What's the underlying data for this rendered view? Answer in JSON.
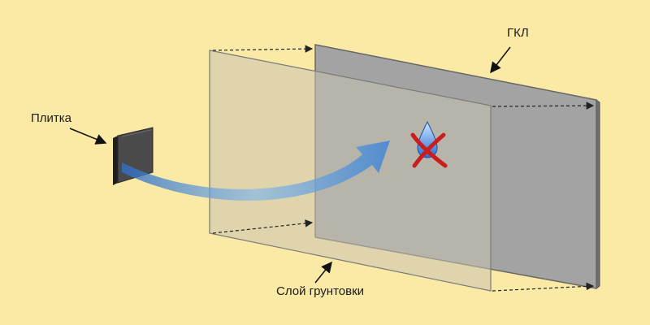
{
  "labels": {
    "gkl": "ГКЛ",
    "tile": "Плитка",
    "primer": "Слой грунтовки"
  },
  "icons": {
    "moisture_blocked": "water-drop-crossed-icon"
  },
  "colors": {
    "background": "#fbe9a6",
    "drywall": "#a3a3a3",
    "primer_layer": "#c8c2b0",
    "tile": "#3a3a3a",
    "moisture_arrow": "#4a90d9",
    "cross": "#c81e1e"
  }
}
